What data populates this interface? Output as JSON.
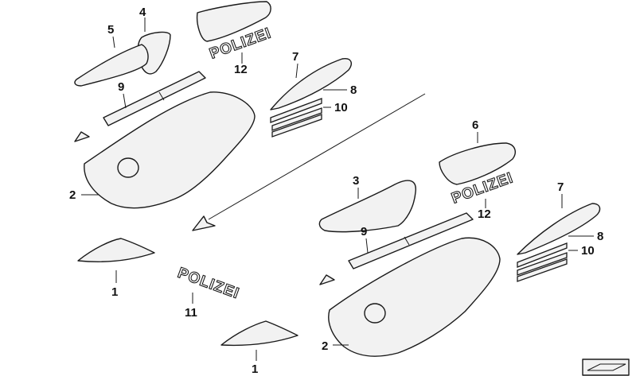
{
  "callouts": {
    "top": {
      "p4": "4",
      "p5": "5",
      "p9": "9",
      "p12": "12",
      "p7": "7",
      "p8": "8",
      "p10": "10",
      "p2": "2",
      "p1": "1",
      "p11": "11"
    },
    "bottom": {
      "p6": "6",
      "p3": "3",
      "p12": "12",
      "p7": "7",
      "p9": "9",
      "p8": "8",
      "p10": "10",
      "p2": "2",
      "p1": "1"
    }
  },
  "decals": {
    "top": "POLIZEI",
    "bottom": "POLIZEI",
    "loose": "POLIZEI"
  },
  "colors": {
    "line": "#1a1a1a",
    "fill": "#f2f2f2",
    "background": "#ffffff"
  }
}
